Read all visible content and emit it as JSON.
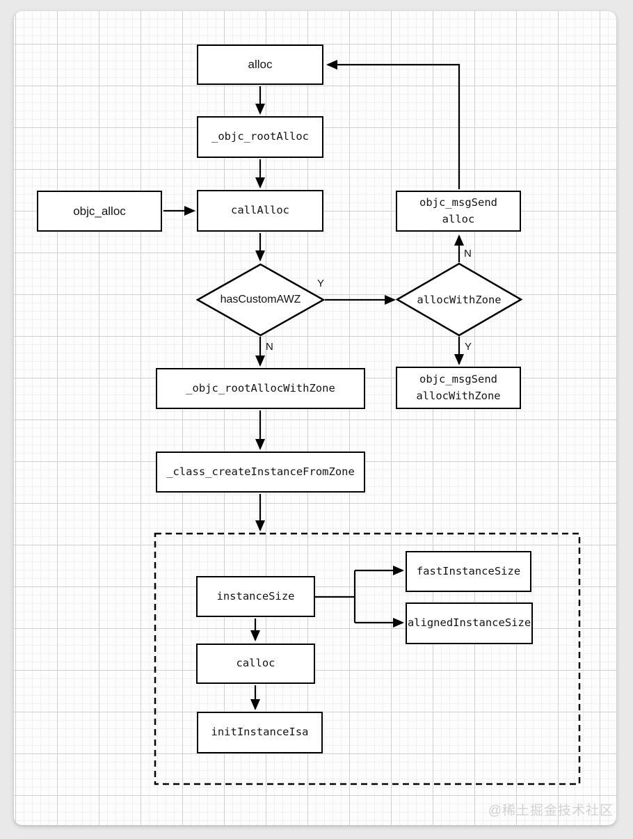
{
  "diagram": {
    "nodes": {
      "alloc": "alloc",
      "objc_rootAlloc": "_objc_rootAlloc",
      "callAlloc": "callAlloc",
      "objc_alloc": "objc_alloc",
      "objc_msgSend_alloc": "objc_msgSend\nalloc",
      "hasCustomAWZ": "hasCustomAWZ",
      "allocWithZone": "allocWithZone",
      "objc_msgSend_allocWithZone": "objc_msgSend\nallocWithZone",
      "objc_rootAllocWithZone": "_objc_rootAllocWithZone",
      "class_createInstanceFromZone": "_class_createInstanceFromZone",
      "instanceSize": "instanceSize",
      "fastInstanceSize": "fastInstanceSize",
      "alignedInstanceSize": "alignedInstanceSize",
      "calloc": "calloc",
      "initInstanceIsa": "initInstanceIsa"
    },
    "edge_labels": {
      "hasCustomAWZ_yes": "Y",
      "hasCustomAWZ_no": "N",
      "allocWithZone_no": "N",
      "allocWithZone_yes": "Y"
    },
    "colors": {
      "line": "#000000",
      "node_bg": "#ffffff",
      "watermark": "#d2d2d2"
    },
    "watermark": "@稀土掘金技术社区"
  }
}
